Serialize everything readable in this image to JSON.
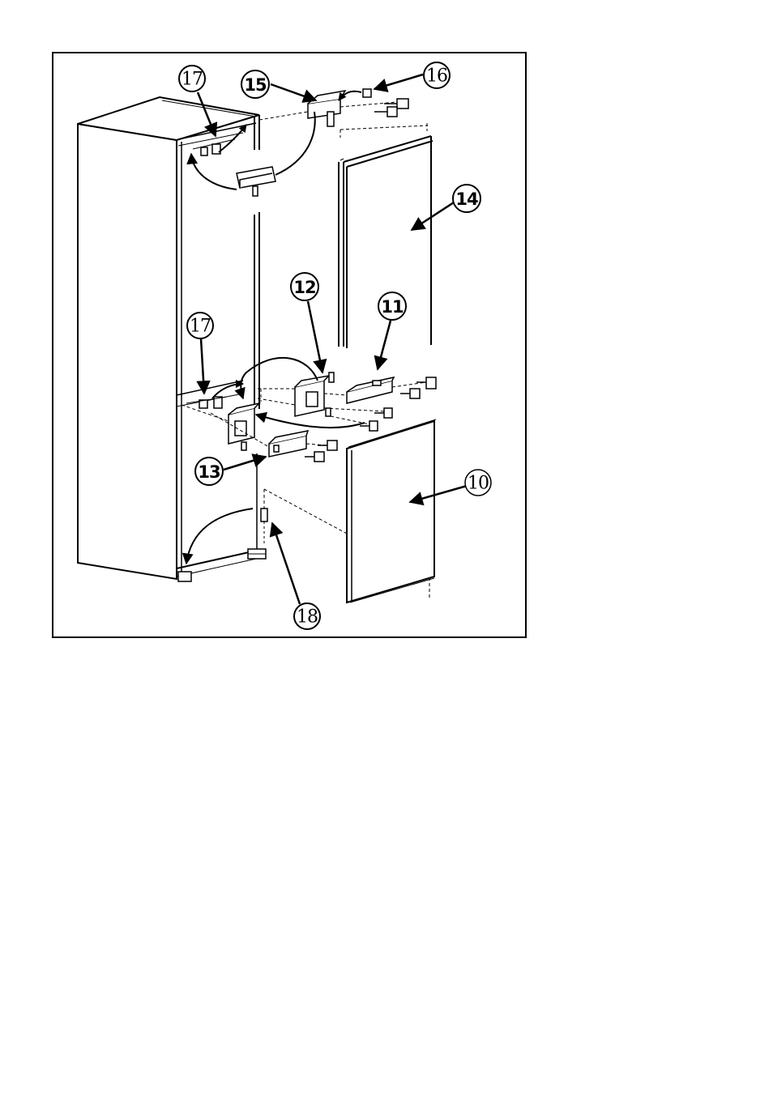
{
  "figure": {
    "callouts": [
      {
        "id": "c17a",
        "label": "17"
      },
      {
        "id": "c15",
        "label": "15"
      },
      {
        "id": "c16",
        "label": "16"
      },
      {
        "id": "c14",
        "label": "14"
      },
      {
        "id": "c12",
        "label": "12"
      },
      {
        "id": "c11",
        "label": "11"
      },
      {
        "id": "c17b",
        "label": "17"
      },
      {
        "id": "c13",
        "label": "13"
      },
      {
        "id": "c10",
        "label": "10"
      },
      {
        "id": "c18",
        "label": "18"
      }
    ]
  }
}
